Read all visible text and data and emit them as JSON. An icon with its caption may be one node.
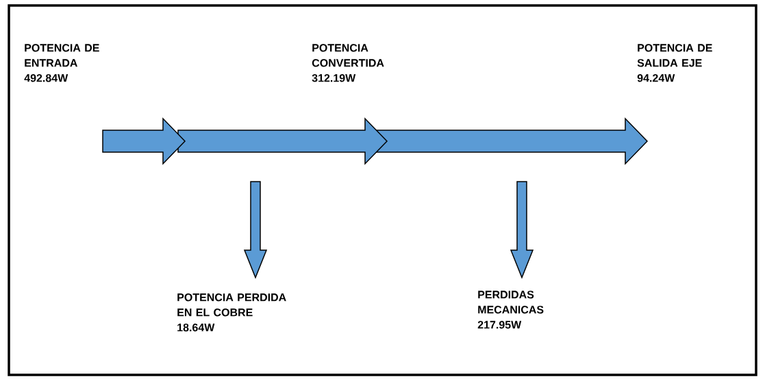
{
  "diagram": {
    "nodes": [
      {
        "text": [
          "POTENCIA DE ENTRADA",
          "492.84W"
        ]
      },
      {
        "text": [
          "POTENCIA CONVERTIDA",
          "312.19W"
        ]
      },
      {
        "text": [
          "POTENCIA DE SALIDA EJE",
          "94.24W"
        ]
      },
      {
        "text": [
          "POTENCIA PERDIDA EN EL COBRE",
          "18.64W"
        ]
      },
      {
        "text": [
          "PERDIDAS MECANICAS",
          "217.95W"
        ]
      }
    ],
    "edges": [
      {
        "from": 0,
        "to": 1,
        "arrow": "to",
        "color": "#5b9bd5"
      },
      {
        "from": 1,
        "to": 2,
        "arrow": "to",
        "color": "#5b9bd5"
      },
      {
        "from": null,
        "to": 3,
        "arrow": "to",
        "color": "#5b9bd5"
      },
      {
        "from": null,
        "to": 4,
        "arrow": "to",
        "color": "#5b9bd5"
      }
    ]
  }
}
